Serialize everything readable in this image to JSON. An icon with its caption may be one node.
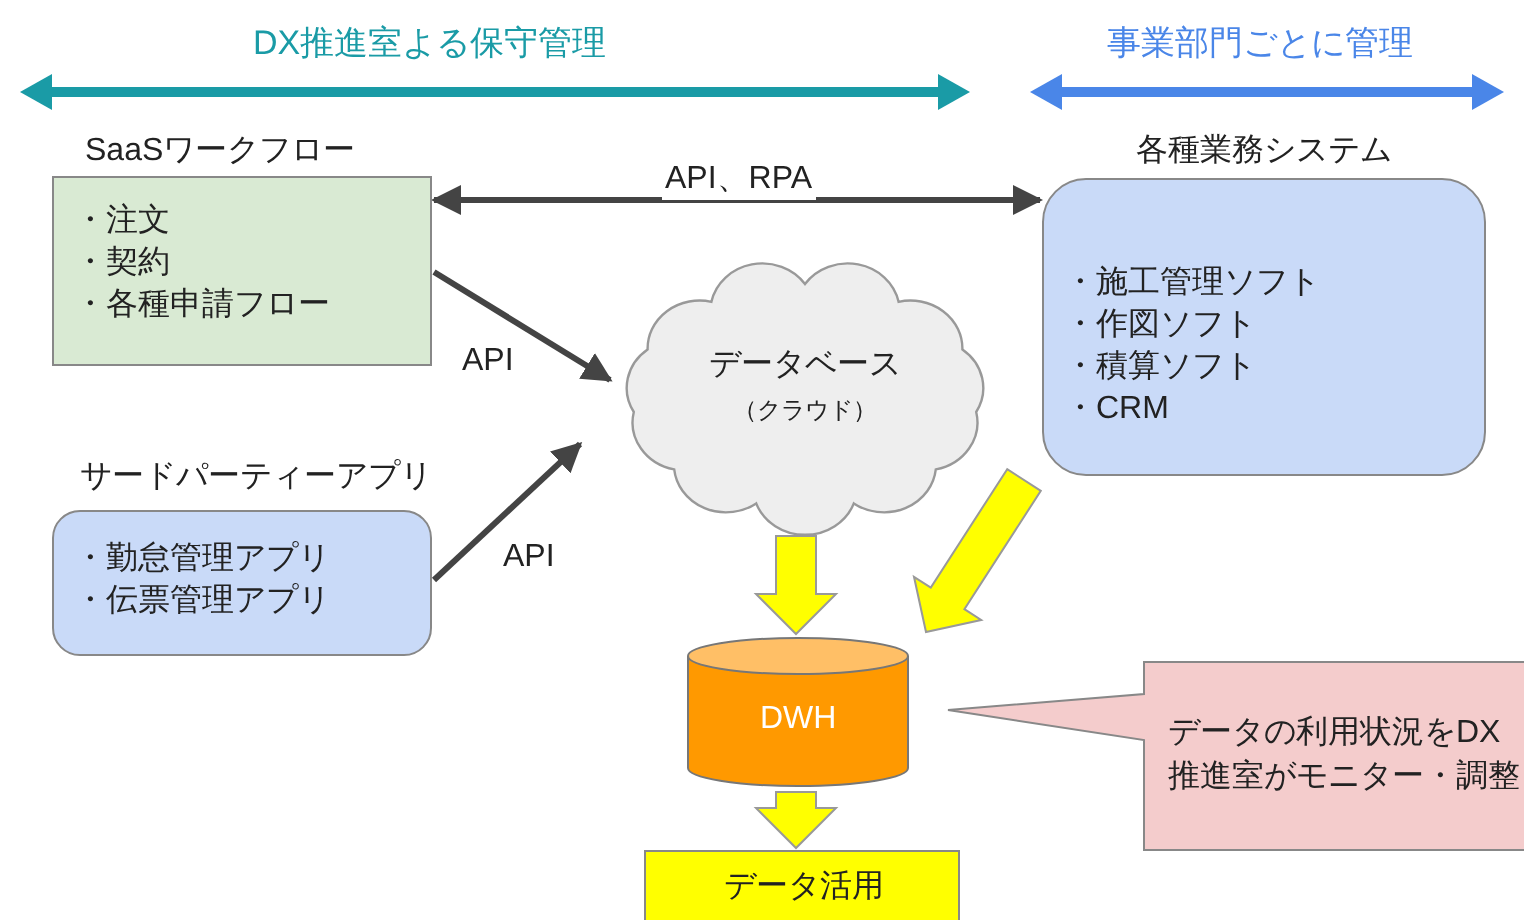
{
  "diagram": {
    "nodes": [
      {
        "text": [
          "SaaSワークフロー",
          "・注文",
          "・契約",
          "・各種申請フロー"
        ]
      },
      {
        "text": [
          "各種業務システム",
          "・施工管理ソフト",
          "・作図ソフト",
          "・積算ソフト",
          "・CRM"
        ]
      },
      {
        "text": [
          "データベース",
          "（クラウド）"
        ]
      },
      {
        "text": [
          "サードパーティーアプリ",
          "・勤怠管理アプリ",
          "・伝票管理アプリ"
        ]
      },
      {
        "text": [
          "DWH"
        ]
      },
      {
        "text": [
          "データの利用状況をDX推進室がモニター・調整"
        ]
      },
      {
        "text": [
          "データ活用"
        ]
      }
    ],
    "edges": [
      {
        "from": 0,
        "to": 1,
        "arrow": "both",
        "label": "API、RPA"
      },
      {
        "from": 0,
        "to": 2,
        "arrow": "to",
        "label": "API"
      },
      {
        "from": 3,
        "to": 2,
        "arrow": "to",
        "label": "API"
      },
      {
        "from": 2,
        "to": 4,
        "arrow": "to",
        "style": "thick",
        "color": "#ffff00"
      },
      {
        "from": 1,
        "to": 4,
        "arrow": "to",
        "style": "thick",
        "color": "#ffff00"
      },
      {
        "from": 4,
        "to": 6,
        "arrow": "to",
        "style": "thick",
        "color": "#ffff00"
      }
    ],
    "labels": [
      "DX推進室よる保守管理",
      "事業部門ごとに管理"
    ]
  }
}
